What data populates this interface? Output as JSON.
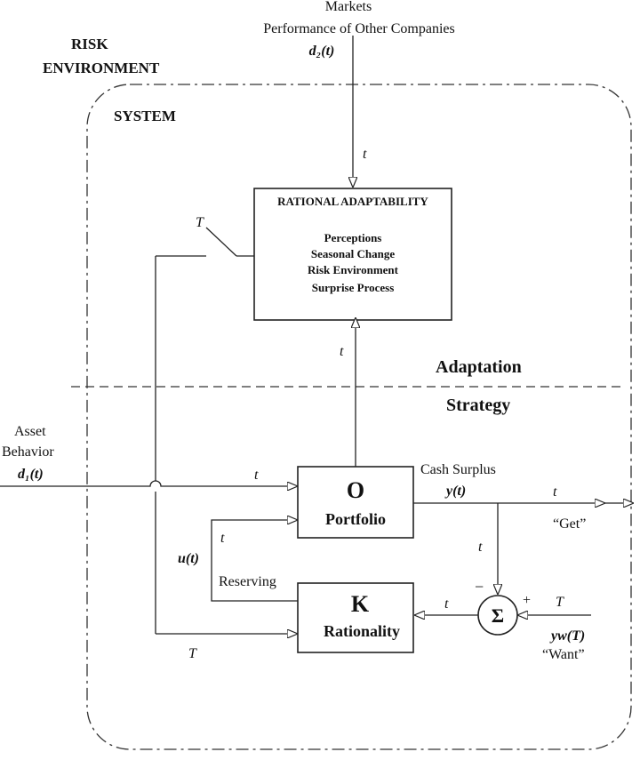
{
  "labels": {
    "markets": "Markets",
    "performance": "Performance of Other Companies",
    "d2": "d₂(t)",
    "risk_environment_1": "RISK",
    "risk_environment_2": "ENVIRONMENT",
    "system": "SYSTEM",
    "adaptation": "Adaptation",
    "strategy": "Strategy",
    "asset_behavior_1": "Asset",
    "asset_behavior_2": "Behavior",
    "d1": "d₁(t)",
    "cash_surplus": "Cash Surplus",
    "y": "y(t)",
    "get": "“Get”",
    "u": "u(t)",
    "reserving": "Reserving",
    "yw": "yw(T)",
    "want": "“Want”",
    "t": "t",
    "T": "T",
    "minus": "−",
    "plus": "+"
  },
  "rational_box": {
    "title": "RATIONAL ADAPTABILITY",
    "items": [
      "Perceptions",
      "Seasonal Change",
      "Risk Environment",
      "Surprise Process"
    ]
  },
  "portfolio_box": {
    "symbol": "O",
    "label": "Portfolio"
  },
  "rationality_box": {
    "symbol": "K",
    "label": "Rationality"
  },
  "summing_junction": {
    "symbol": "Σ"
  }
}
